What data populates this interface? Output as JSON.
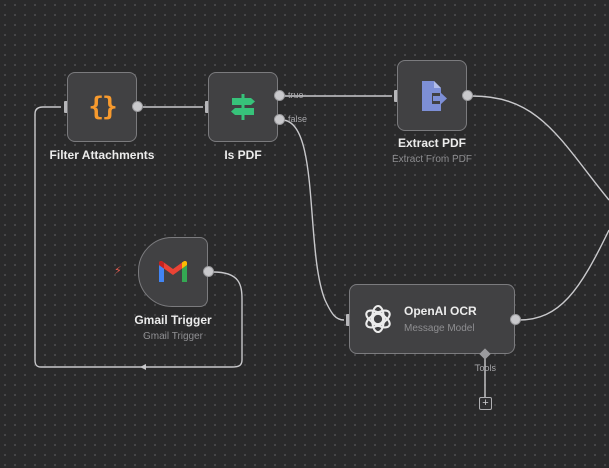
{
  "nodes": {
    "filter_attachments": {
      "title": "Filter Attachments",
      "icon": "code-braces-icon",
      "icon_text": "{}",
      "icon_color": "#f79a2e"
    },
    "is_pdf": {
      "title": "Is PDF",
      "icon": "signpost-icon",
      "icon_color": "#37c27a",
      "branch_true": "true",
      "branch_false": "false"
    },
    "extract_pdf": {
      "title": "Extract PDF",
      "subtitle": "Extract From PDF",
      "icon": "file-export-icon",
      "icon_color": "#7d8fd6"
    },
    "gmail_trigger": {
      "title": "Gmail Trigger",
      "subtitle": "Gmail Trigger",
      "icon": "gmail-icon",
      "trigger_icon": "⚡"
    },
    "openai_ocr": {
      "title": "OpenAI OCR",
      "subtitle": "Message Model",
      "icon": "openai-icon",
      "tools_label": "Tools",
      "add_label": "+"
    }
  },
  "colors": {
    "canvas": "#2a2a2b",
    "node_bg": "#414143",
    "node_border": "#7b7b7e",
    "connection": "#c8c8cb",
    "trigger_bolt": "#e45b4f"
  }
}
